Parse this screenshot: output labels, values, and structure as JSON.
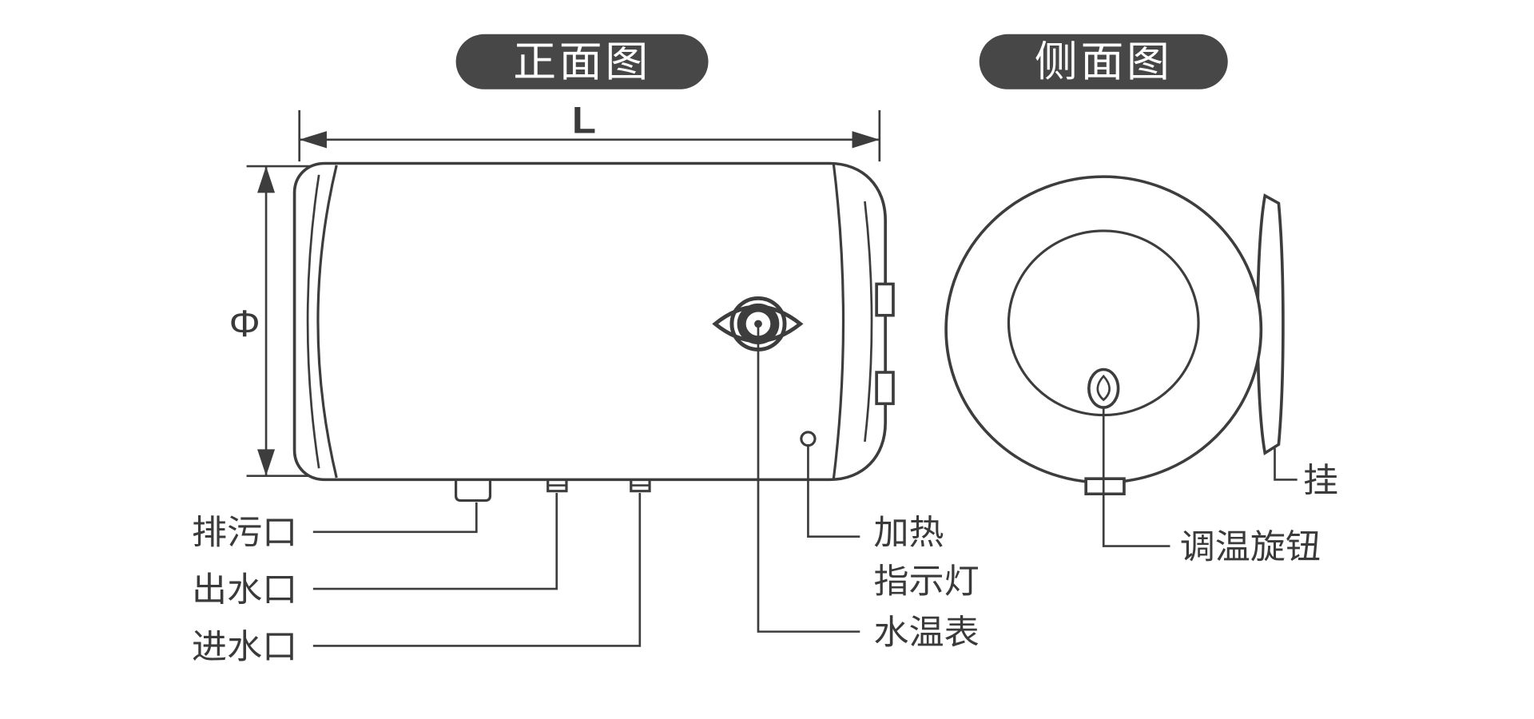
{
  "meta": {
    "background_color": "#ffffff",
    "line_color": "#3d3d3d",
    "text_color": "#3a3a3a",
    "badge_background": "#474747",
    "badge_text_color": "#ffffff"
  },
  "badges": {
    "front": "正面图",
    "side": "侧面图"
  },
  "dimensions": {
    "length_label": "L",
    "diameter_label": "Φ"
  },
  "front_view": {
    "labels": {
      "drain": "排污口",
      "outlet": "出水口",
      "inlet": "进水口",
      "heating_indicator_line1": "加热",
      "heating_indicator_line2": "指示灯",
      "temperature_gauge": "水温表"
    }
  },
  "side_view": {
    "labels": {
      "temperature_knob": "调温旋钮",
      "hanger": "挂"
    }
  }
}
